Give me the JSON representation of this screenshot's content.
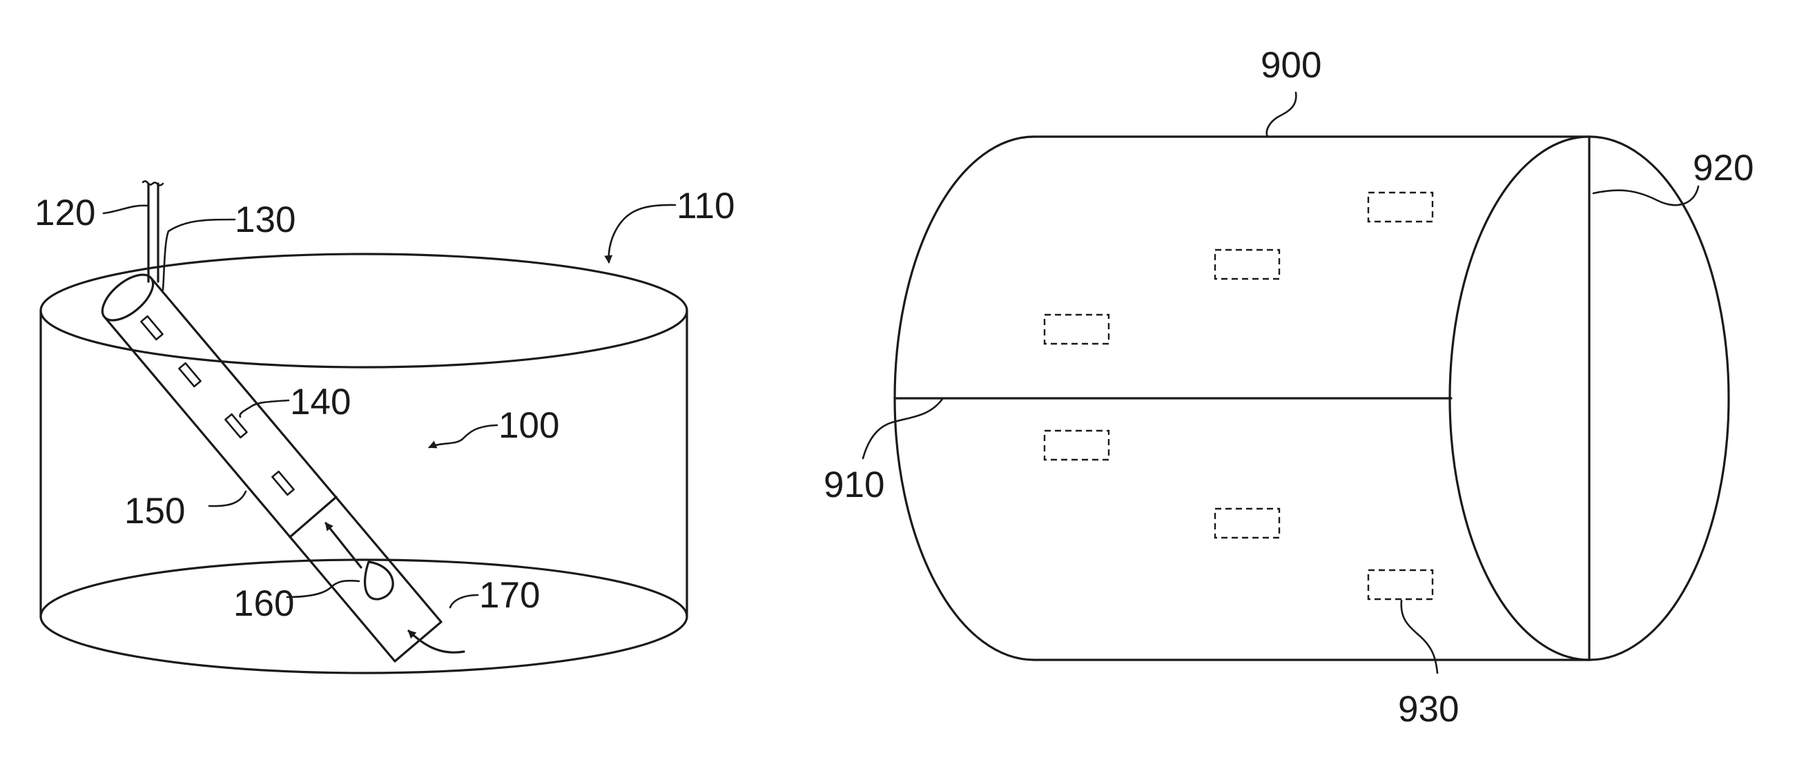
{
  "labels": {
    "l120": "120",
    "l130": "130",
    "l110": "110",
    "l140": "140",
    "l100": "100",
    "l150": "150",
    "l160": "160",
    "l170": "170",
    "l900": "900",
    "l920": "920",
    "l910": "910",
    "l930": "930"
  }
}
